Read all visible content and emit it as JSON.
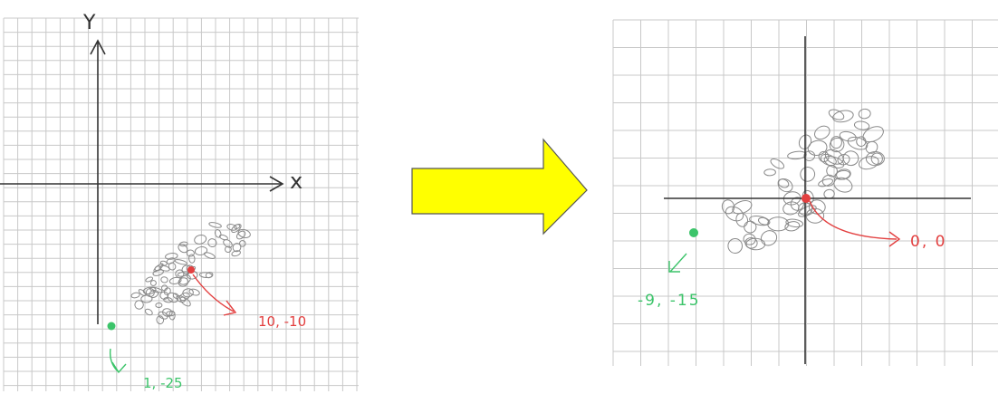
{
  "diagram": {
    "left_panel": {
      "axis_labels": {
        "y": "Y",
        "x": "x"
      },
      "red_point": {
        "label": "10, -10"
      },
      "green_point": {
        "label": "1, -25"
      }
    },
    "right_panel": {
      "red_point": {
        "label": "0, 0"
      },
      "green_point": {
        "label": "-9, -15"
      }
    },
    "arrow": {
      "color": "#ffff00",
      "stroke": "#555555"
    },
    "colors": {
      "grid": "#c8c8c8",
      "axis": "#333333",
      "red": "#e34040",
      "green": "#3cc46a",
      "blobs": "#8a8a8a"
    }
  }
}
